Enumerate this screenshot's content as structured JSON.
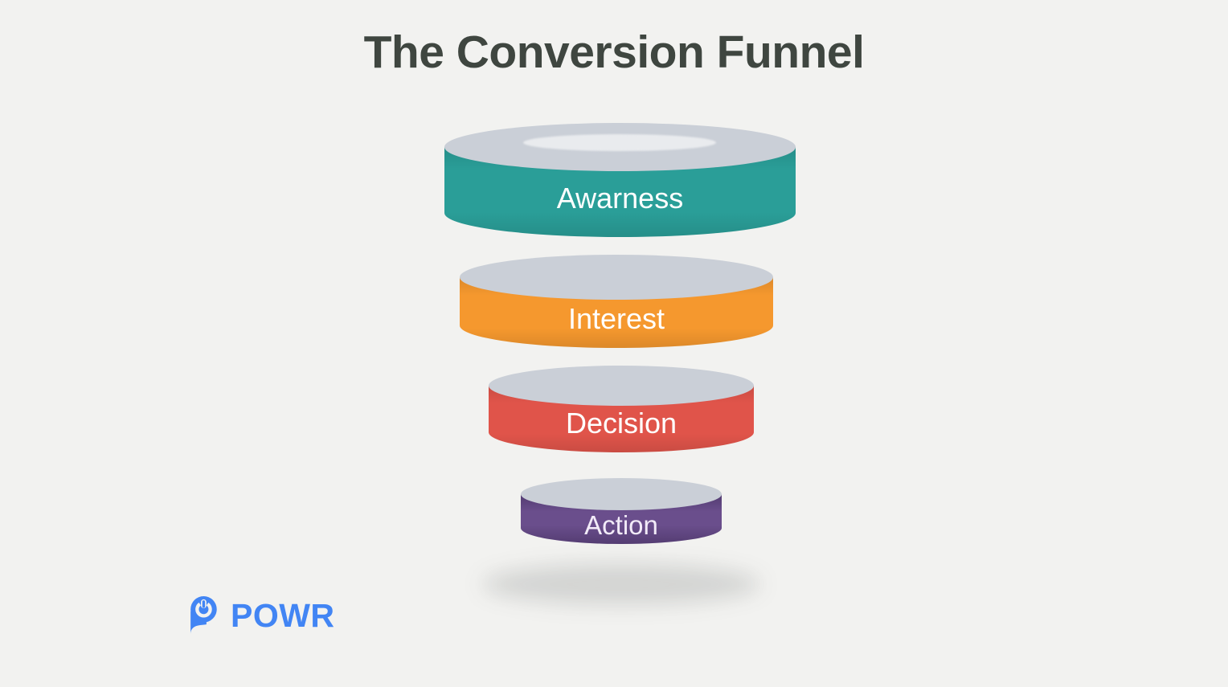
{
  "title": "The Conversion Funnel",
  "funnel": {
    "layers": [
      {
        "label": "Awarness",
        "color": "#2A9E98"
      },
      {
        "label": "Interest",
        "color": "#F5982E"
      },
      {
        "label": "Decision",
        "color": "#E0544A"
      },
      {
        "label": "Action",
        "color": "#6A4E8C"
      }
    ]
  },
  "colors": {
    "background": "#F2F2F0",
    "title_text": "#3F4640",
    "ellipse_top": "#CACFD7",
    "ellipse_highlight": "#E9EBEE",
    "label_text": "#FFFFFF",
    "brand_blue": "#4285F4"
  },
  "brand": {
    "name": "POWR",
    "icon": "powr-power-pin-icon"
  }
}
